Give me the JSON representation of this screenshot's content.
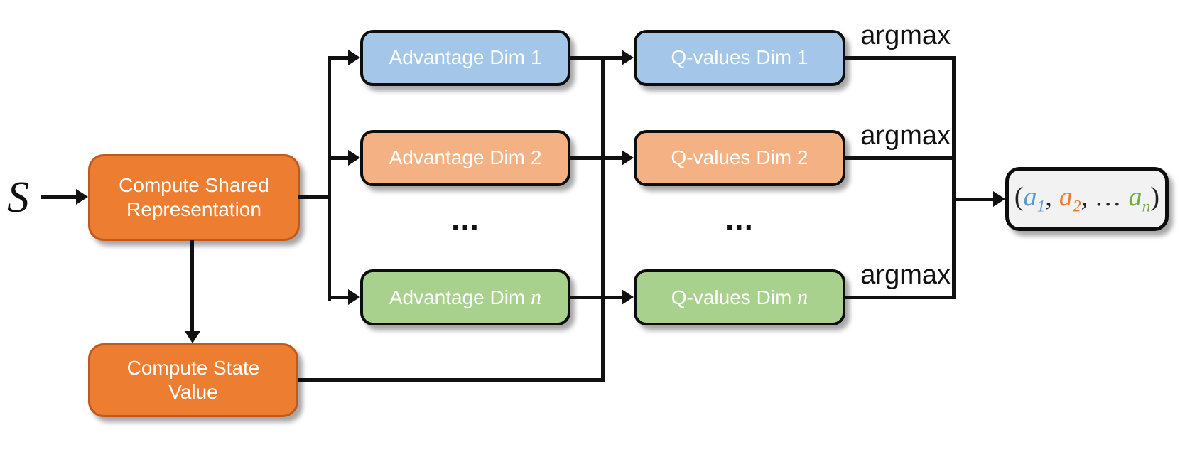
{
  "colors": {
    "orange_fill": "#ED7D31",
    "orange_border": "#C05A1A",
    "blue_fill": "#A4C6E8",
    "peach_fill": "#F4B183",
    "green_fill": "#A9D18E",
    "output_fill": "#F2F2F2",
    "a1": "#5B9BD5",
    "a2": "#ED7D31",
    "an": "#70AD47"
  },
  "input": {
    "label": "S"
  },
  "shared_box": {
    "line1": "Compute Shared",
    "line2": "Representation"
  },
  "state_box": {
    "line1": "Compute State",
    "line2": "Value"
  },
  "rows": [
    {
      "advantage_prefix": "Advantage Dim",
      "q_prefix": "Q-values Dim",
      "dim": "1",
      "argmax": "argmax"
    },
    {
      "advantage_prefix": "Advantage Dim",
      "q_prefix": "Q-values Dim",
      "dim": "2",
      "argmax": "argmax"
    },
    {
      "advantage_prefix": "Advantage Dim",
      "q_prefix": "Q-values Dim",
      "dim": "n",
      "argmax": "argmax"
    }
  ],
  "ellipsis": "…",
  "output": {
    "open": "(",
    "a1_base": "a",
    "a1_sub": "1",
    "sep1": ",",
    "a2_base": "a",
    "a2_sub": "2",
    "sep2": ", …",
    "an_base": "a",
    "an_sub": "n",
    "close": ")"
  }
}
